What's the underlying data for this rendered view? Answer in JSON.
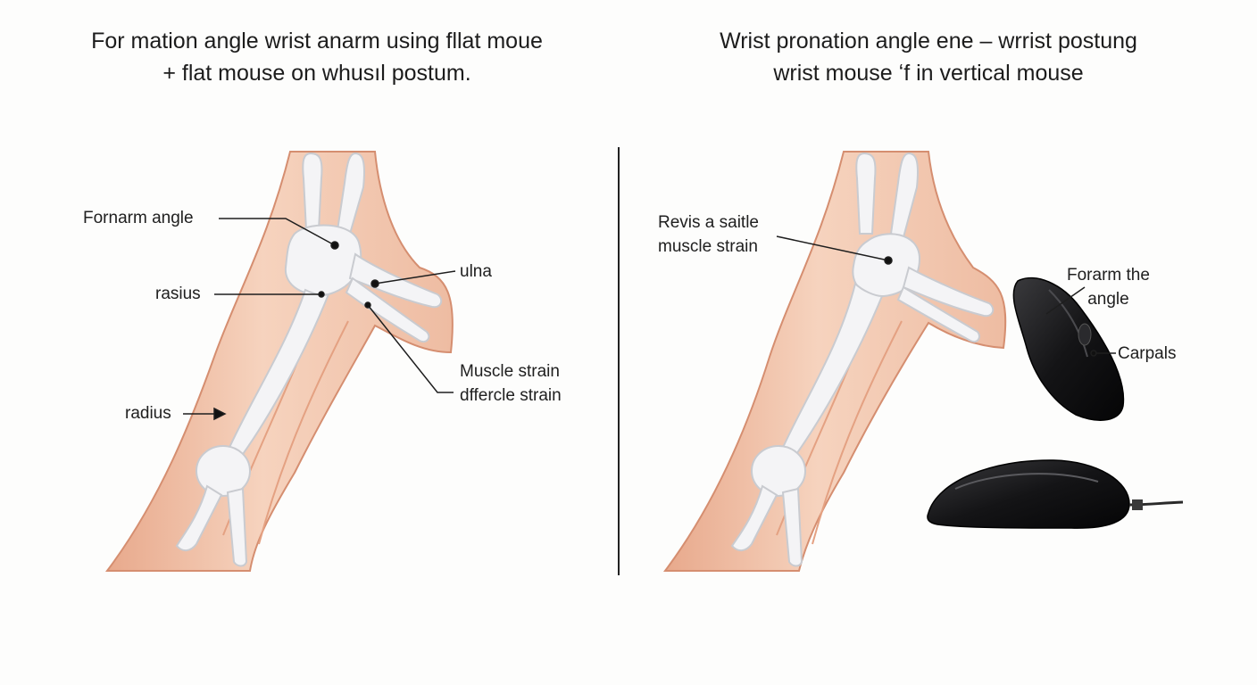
{
  "panels": {
    "left": {
      "title_line1": "For mation angle wrist anarm using fllat moue",
      "title_line2": "+ flat mouse on whusıl postum.",
      "labels": {
        "forearm_angle": "Fornarm angle",
        "ulna": "ulna",
        "rasius": "rasius",
        "muscle_strain_line1": "Muscle strain",
        "muscle_strain_line2": "dffercle strain",
        "radius": "radius"
      }
    },
    "right": {
      "title_line1": "Wrist pronation angle ene – wrrist postung",
      "title_line2": "wrist mouse ʻf in vertical mouse",
      "labels": {
        "revis_line1": "Revis a saitle",
        "revis_line2": "muscle strain",
        "forarm_line1": "Forarm the",
        "forarm_line2": "angle",
        "carpals": "Carpals"
      }
    }
  },
  "colors": {
    "skin": "#f3c7ad",
    "skin_shadow": "#e6a688",
    "bone": "#f4f4f6",
    "bone_outline": "#c9cbd0",
    "mouse": "#1c1c1e",
    "divider": "#222222"
  }
}
